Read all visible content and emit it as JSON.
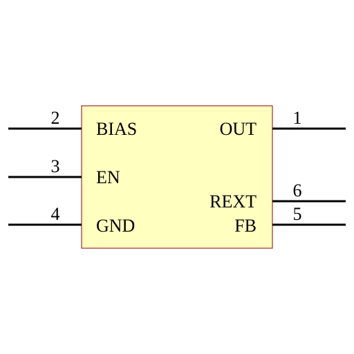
{
  "component": {
    "body_fill": "#ffffc0",
    "body_stroke": "#8b0000",
    "pin_color": "#000000"
  },
  "pins": {
    "bias": {
      "number": "2",
      "label": "BIAS"
    },
    "en": {
      "number": "3",
      "label": "EN"
    },
    "gnd": {
      "number": "4",
      "label": "GND"
    },
    "out": {
      "number": "1",
      "label": "OUT"
    },
    "rext": {
      "number": "6",
      "label": "REXT"
    },
    "fb": {
      "number": "5",
      "label": "FB"
    }
  }
}
